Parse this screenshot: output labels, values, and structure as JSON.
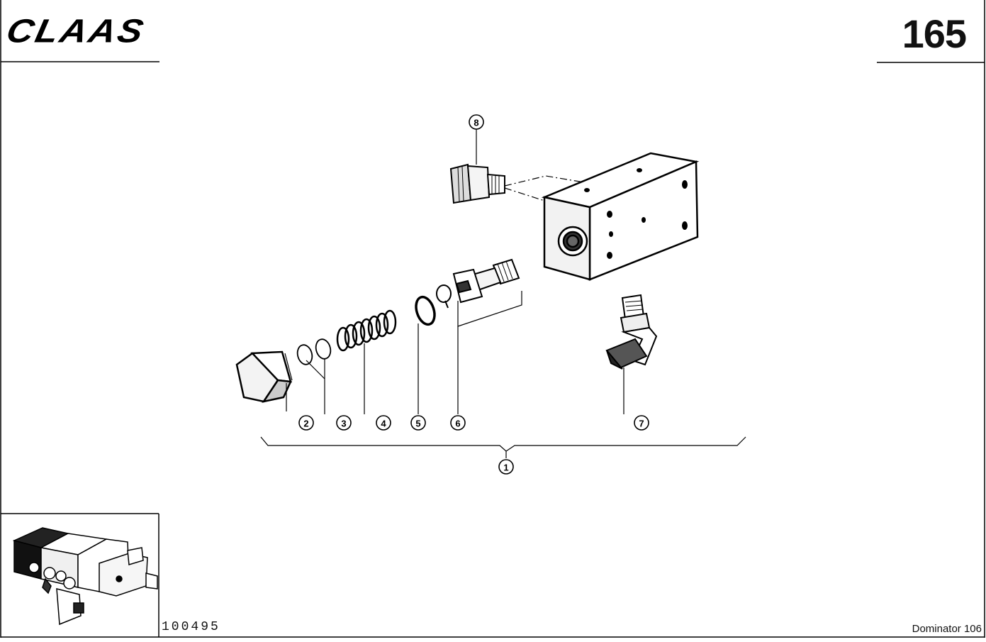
{
  "header": {
    "brand": "CLAAS",
    "page_number": "165"
  },
  "footer": {
    "drawing_number": "100495",
    "model": "Dominator 106"
  },
  "callouts": [
    "1",
    "2",
    "3",
    "4",
    "5",
    "6",
    "7",
    "8"
  ]
}
